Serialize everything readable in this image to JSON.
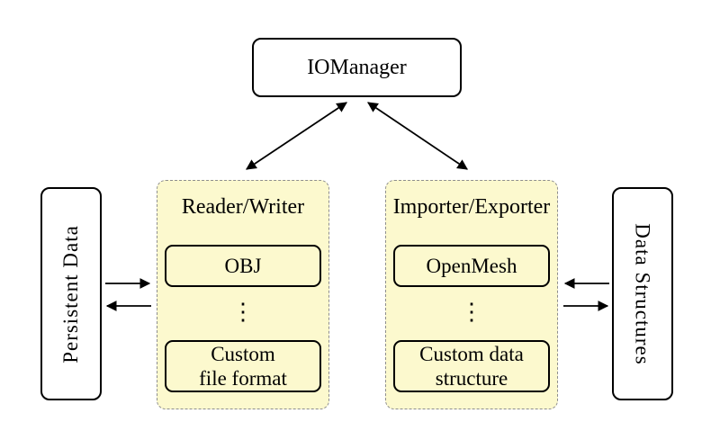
{
  "diagram": {
    "nodes": {
      "iomanager": {
        "label": "IOManager"
      },
      "persistent_data": {
        "label": "Persistent Data"
      },
      "data_structures": {
        "label": "Data Structures"
      }
    },
    "groups": {
      "reader_writer": {
        "title": "Reader/Writer",
        "items": [
          "OBJ",
          "Custom\nfile format"
        ],
        "dots": "⋮"
      },
      "importer_exporter": {
        "title": "Importer/Exporter",
        "items": [
          "OpenMesh",
          "Custom data\nstructure"
        ],
        "dots": "⋮"
      }
    },
    "arrows": [
      {
        "between": [
          "iomanager",
          "reader_writer"
        ],
        "style": "double-headed"
      },
      {
        "between": [
          "iomanager",
          "importer_exporter"
        ],
        "style": "double-headed"
      },
      {
        "from": "persistent_data",
        "to": "reader_writer",
        "style": "single"
      },
      {
        "from": "reader_writer",
        "to": "persistent_data",
        "style": "single"
      },
      {
        "from": "data_structures",
        "to": "importer_exporter",
        "style": "single"
      },
      {
        "from": "importer_exporter",
        "to": "data_structures",
        "style": "single"
      }
    ],
    "colors": {
      "background": "#ffffff",
      "group_fill": "#fcf9ce",
      "group_border": "#8e8e8e",
      "node_border": "#000000",
      "arrow": "#000000"
    }
  }
}
